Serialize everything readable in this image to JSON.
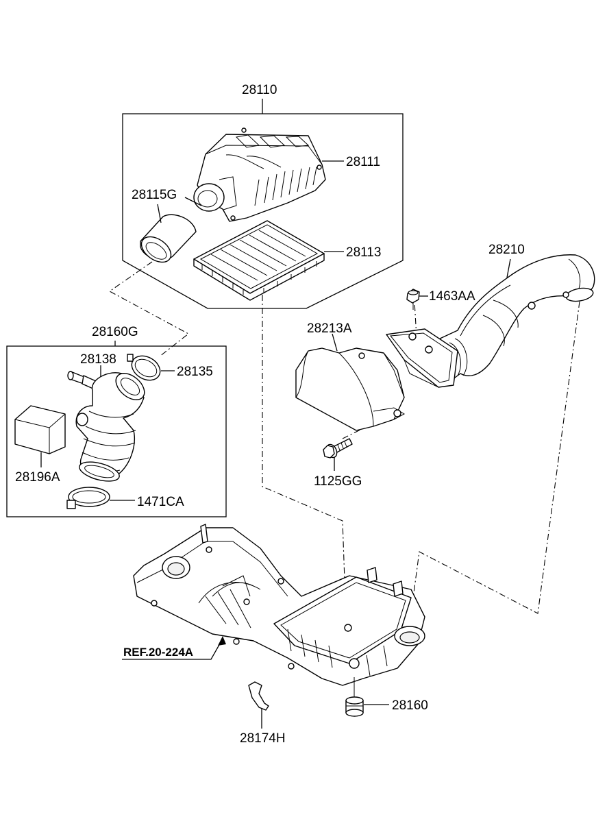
{
  "labels": {
    "p28110": "28110",
    "p28111": "28111",
    "p28115G": "28115G",
    "p28113": "28113",
    "p28210": "28210",
    "p1463AA": "1463AA",
    "p28213A": "28213A",
    "p28160G": "28160G",
    "p28138": "28138",
    "p28135": "28135",
    "p28196A": "28196A",
    "p1471CA": "1471CA",
    "p1125GG": "1125GG",
    "ref": "REF.20-224A",
    "p28160": "28160",
    "p28174H": "28174H"
  }
}
